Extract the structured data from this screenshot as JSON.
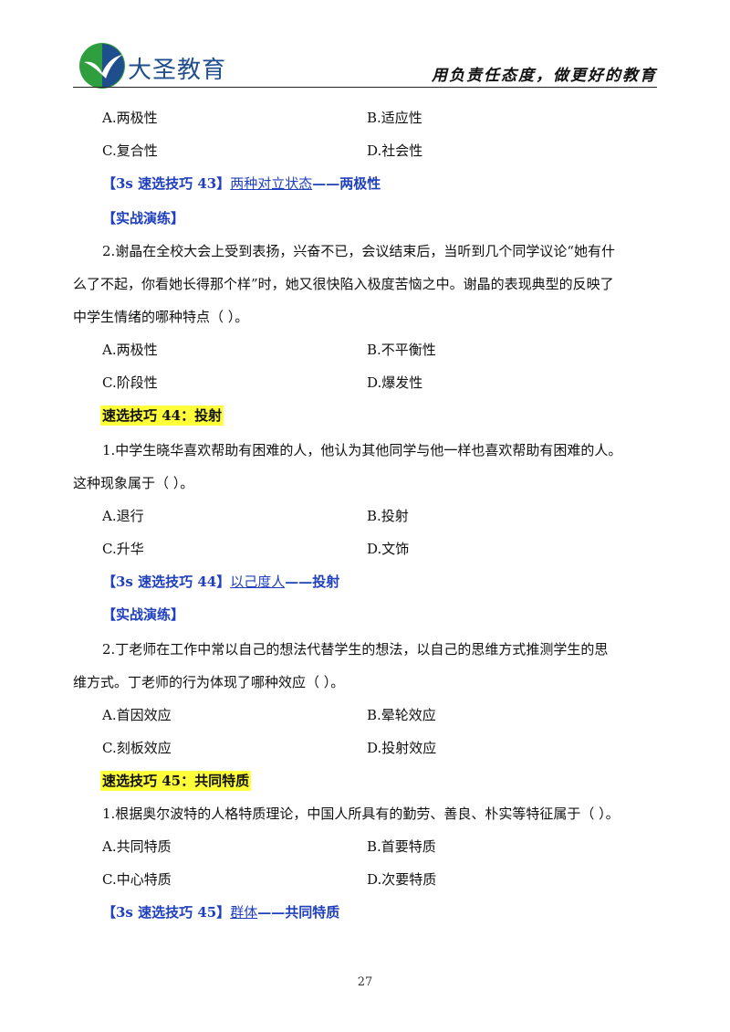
{
  "header": {
    "logo_name": "大圣教育",
    "slogan": "用负责任态度，做更好的教育",
    "logo_icon": "bird-logo-icon",
    "colors": {
      "logo_blue": "#1f4e8c",
      "logo_green": "#2e9e3e"
    }
  },
  "q43_options": {
    "a": "A.两极性",
    "b": "B.适应性",
    "c": "C.复合性",
    "d": "D.社会性"
  },
  "tip43": {
    "prefix": "【3s 速选技巧 43】",
    "keyword": "两种对立状态",
    "suffix": "——两极性"
  },
  "practice43": {
    "label": "【实战演练】"
  },
  "q43_2": {
    "line1": "2.谢晶在全校大会上受到表扬，兴奋不已，会议结束后，当听到几个同学议论“她有什",
    "line2": "么了不起，你看她长得那个样”时，她又很快陷入极度苦恼之中。谢晶的表现典型的反映了",
    "line3": "中学生情绪的哪种特点（    ）。",
    "options": {
      "a": "A.两极性",
      "b": "B.不平衡性",
      "c": "C.阶段性",
      "d": "D.爆发性"
    }
  },
  "section44": {
    "title": "速选技巧 44：投射"
  },
  "q44_1": {
    "line1": "1.中学生晓华喜欢帮助有困难的人，他认为其他同学与他一样也喜欢帮助有困难的人。",
    "line2": "这种现象属于（    ）。",
    "options": {
      "a": "A.退行",
      "b": "B.投射",
      "c": "C.升华",
      "d": "D.文饰"
    }
  },
  "tip44": {
    "prefix": "【3s 速选技巧 44】",
    "keyword": "以己度人",
    "suffix": "——投射"
  },
  "practice44": {
    "label": "【实战演练】"
  },
  "q44_2": {
    "line1": "2.丁老师在工作中常以自己的想法代替学生的想法，以自己的思维方式推测学生的思",
    "line2": "维方式。丁老师的行为体现了哪种效应（    ）。",
    "options": {
      "a": "A.首因效应",
      "b": "B.晕轮效应",
      "c": "C.刻板效应",
      "d": "D.投射效应"
    }
  },
  "section45": {
    "title": "速选技巧 45：共同特质"
  },
  "q45_1": {
    "line1": "1.根据奥尔波特的人格特质理论，中国人所具有的勤劳、善良、朴实等特征属于（    ）。",
    "options": {
      "a": "A.共同特质",
      "b": "B.首要特质",
      "c": "C.中心特质",
      "d": "D.次要特质"
    }
  },
  "tip45": {
    "prefix": "【3s 速选技巧 45】",
    "keyword": "群体",
    "suffix": "——共同特质"
  },
  "page_number": "27"
}
